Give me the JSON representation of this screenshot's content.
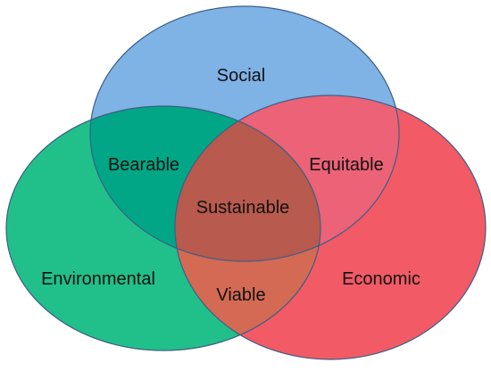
{
  "diagram": {
    "type": "venn",
    "colors": {
      "social": "#7fb2e5",
      "environmental": "#21c08b",
      "economic": "#f25a66",
      "outline": "#3d5f86",
      "text": "#111111"
    },
    "circles": [
      {
        "id": "social",
        "label": "Social"
      },
      {
        "id": "environmental",
        "label": "Environmental"
      },
      {
        "id": "economic",
        "label": "Economic"
      }
    ],
    "intersections": {
      "social_environmental": "Bearable",
      "social_economic": "Equitable",
      "environmental_economic": "Viable",
      "all_three": "Sustainable"
    }
  }
}
